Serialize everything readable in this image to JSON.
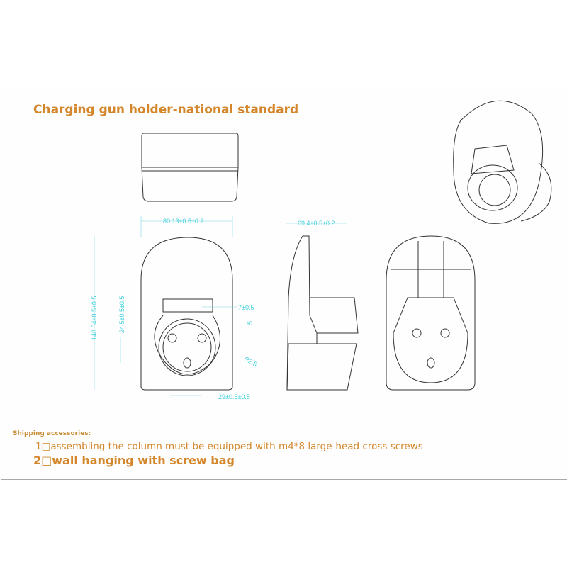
{
  "title": "Charging gun holder-national standard",
  "dimensions": {
    "width_front": "80.13±0.5±0.2",
    "depth_side": "69.4±0.5±0.2",
    "height_total": "148.54±0.5±0.5",
    "socket_height": "24.5±0.5±0.5",
    "offset": "7±0.5",
    "gap": "5",
    "radius": "R2.5",
    "pin_spacing": "29±0.5±0.5"
  },
  "shipping": {
    "heading": "Shipping accessories:",
    "item1": "1□assembling the column must be equipped with m4*8 large-head cross screws",
    "item2": "2□wall hanging with screw bag"
  },
  "colors": {
    "title": "#d4862a",
    "dimension": "#3fd0dc"
  }
}
